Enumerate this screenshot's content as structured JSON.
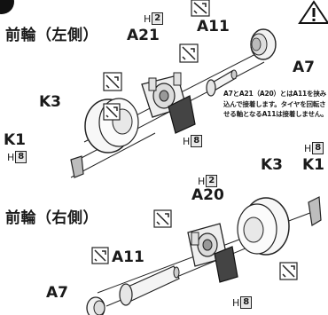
{
  "titles": {
    "front_left": "前輪（左側）",
    "front_right": "前輪（右側）"
  },
  "parts": {
    "A21": "A21",
    "A11_top": "A11",
    "A7_top": "A7",
    "K3_top": "K3",
    "K1_top": "K1",
    "A20": "A20",
    "K3_bottom": "K3",
    "K1_bottom": "K1",
    "A11_bottom": "A11",
    "A7_bottom": "A7"
  },
  "hardness": {
    "prefix": "H",
    "h2_top": "2",
    "h8_top": "8",
    "h8_k1": "8",
    "h2_bottom": "2",
    "h8_bottom": "8"
  },
  "note": "A7とA21（A20）とはA11を挟み込んで接着します。タイヤを回転させる軸となるA11は接着しません。",
  "icons": [
    "glue-icon",
    "warning-icon"
  ]
}
